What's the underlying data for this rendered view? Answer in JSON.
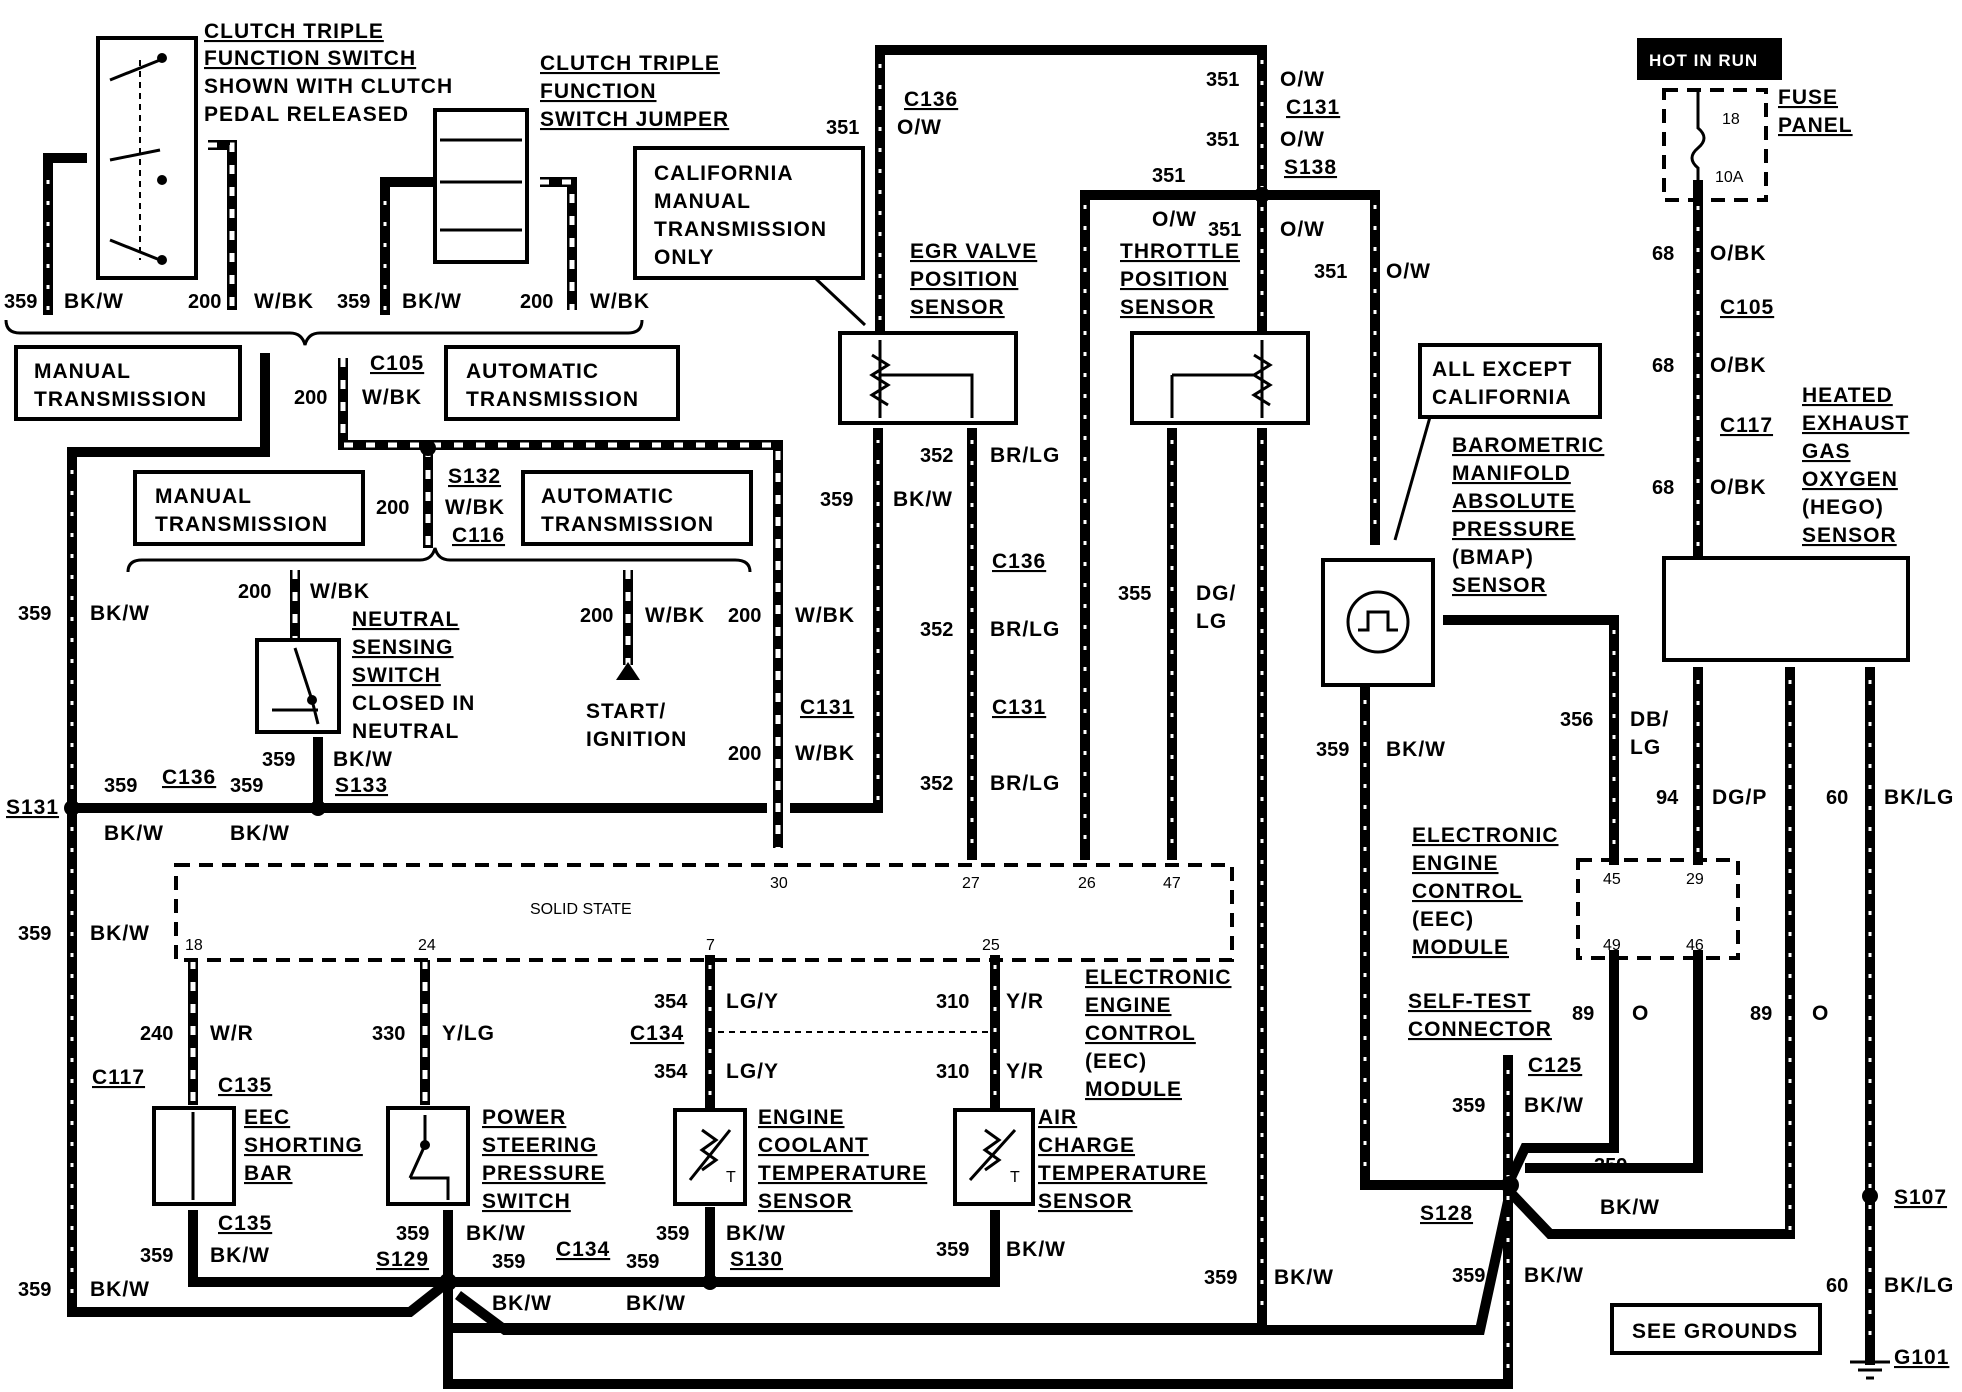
{
  "components": {
    "clutch_triple_switch": [
      "CLUTCH TRIPLE",
      "FUNCTION SWITCH",
      "SHOWN WITH CLUTCH",
      "PEDAL RELEASED"
    ],
    "clutch_jumper": [
      "CLUTCH TRIPLE",
      "FUNCTION",
      "SWITCH JUMPER"
    ],
    "california_note": [
      "CALIFORNIA",
      "MANUAL",
      "TRANSMISSION",
      "ONLY"
    ],
    "egr_sensor": [
      "EGR VALVE",
      "POSITION",
      "SENSOR"
    ],
    "throttle_sensor": [
      "THROTTLE",
      "POSITION",
      "SENSOR"
    ],
    "hot_in_run": "HOT IN RUN",
    "fuse_panel": [
      "FUSE",
      "PANEL"
    ],
    "fuse_number": "18",
    "fuse_rating": "10A",
    "all_except_california": [
      "ALL EXCEPT",
      "CALIFORNIA"
    ],
    "bmap_sensor": [
      "BAROMETRIC",
      "MANIFOLD",
      "ABSOLUTE",
      "PRESSURE",
      "(BMAP)",
      "SENSOR"
    ],
    "hego_sensor": [
      "HEATED",
      "EXHAUST",
      "GAS",
      "OXYGEN",
      "(HEGO)",
      "SENSOR"
    ],
    "manual_transmission": [
      "MANUAL",
      "TRANSMISSION"
    ],
    "automatic_transmission": [
      "AUTOMATIC",
      "TRANSMISSION"
    ],
    "neutral_switch": [
      "NEUTRAL",
      "SENSING",
      "SWITCH",
      "CLOSED IN",
      "NEUTRAL"
    ],
    "start_ignition": [
      "START/",
      "IGNITION"
    ],
    "solid_state": "SOLID STATE",
    "eec_module": [
      "ELECTRONIC",
      "ENGINE",
      "CONTROL",
      "(EEC)",
      "MODULE"
    ],
    "eec_shorting_bar": [
      "EEC",
      "SHORTING",
      "BAR"
    ],
    "ps_pressure_switch": [
      "POWER",
      "STEERING",
      "PRESSURE",
      "SWITCH"
    ],
    "ect_sensor": [
      "ENGINE",
      "COOLANT",
      "TEMPERATURE",
      "SENSOR"
    ],
    "act_sensor": [
      "AIR",
      "CHARGE",
      "TEMPERATURE",
      "SENSOR"
    ],
    "self_test_connector": [
      "SELF-TEST",
      "CONNECTOR"
    ],
    "see_grounds": "SEE GROUNDS",
    "sensor_t": "T"
  },
  "connectors": {
    "c105": "C105",
    "c116": "C116",
    "c117": "C117",
    "c125": "C125",
    "c131": "C131",
    "c134": "C134",
    "c135": "C135",
    "c136": "C136",
    "s107": "S107",
    "s128": "S128",
    "s129": "S129",
    "s130": "S130",
    "s131": "S131",
    "s132": "S132",
    "s133": "S133",
    "s138": "S138",
    "g101": "G101"
  },
  "circuits": {
    "c68": "68",
    "c89": "89",
    "c94": "94",
    "c200": "200",
    "c240": "240",
    "c310": "310",
    "c330": "330",
    "c351": "351",
    "c352": "352",
    "c354": "354",
    "c355": "355",
    "c356": "356",
    "c359": "359",
    "c60": "60"
  },
  "colors": {
    "bkw": "BK/W",
    "wbk": "W/BK",
    "ow": "O/W",
    "obk": "O/BK",
    "brlg": "BR/LG",
    "dg": "DG/",
    "dglg_lg": "LG",
    "db": "DB/",
    "dblg_lg": "LG",
    "dgp": "DG/P",
    "bklg": "BK/LG",
    "o": "O",
    "wr": "W/R",
    "ylg": "Y/LG",
    "lgy": "LG/Y",
    "yr": "Y/R"
  },
  "pins": {
    "p18": "18",
    "p24": "24",
    "p7": "7",
    "p25": "25",
    "p30": "30",
    "p27": "27",
    "p26": "26",
    "p47": "47",
    "p45": "45",
    "p29": "29",
    "p49": "49",
    "p46": "46"
  }
}
